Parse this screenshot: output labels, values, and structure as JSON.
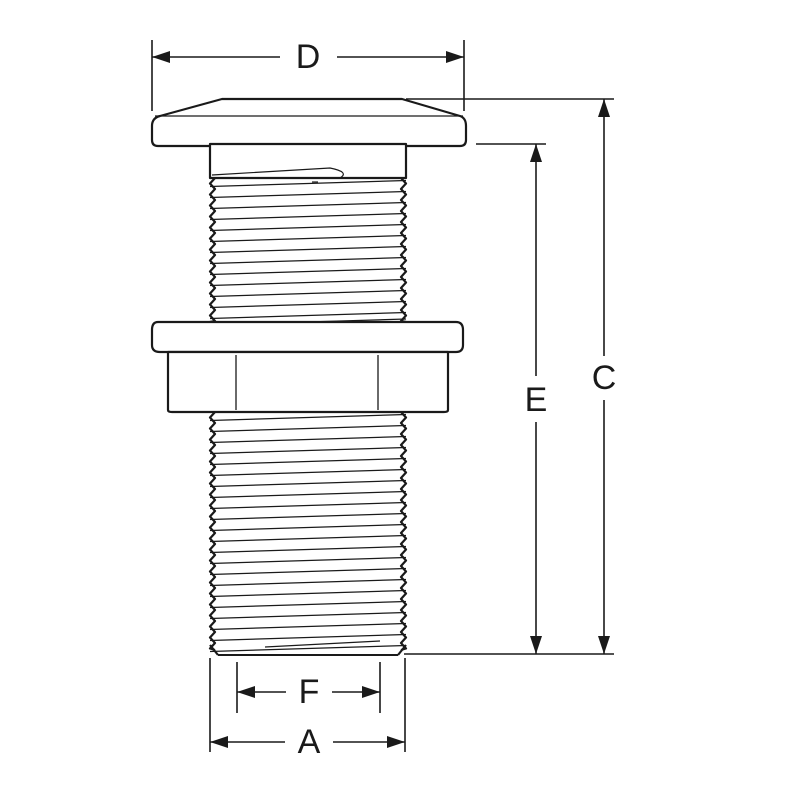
{
  "dimensions": {
    "a": "A",
    "c": "C",
    "d": "D",
    "e": "E",
    "f": "F"
  },
  "colors": {
    "line": "#1a1a1a",
    "background": "#ffffff"
  }
}
